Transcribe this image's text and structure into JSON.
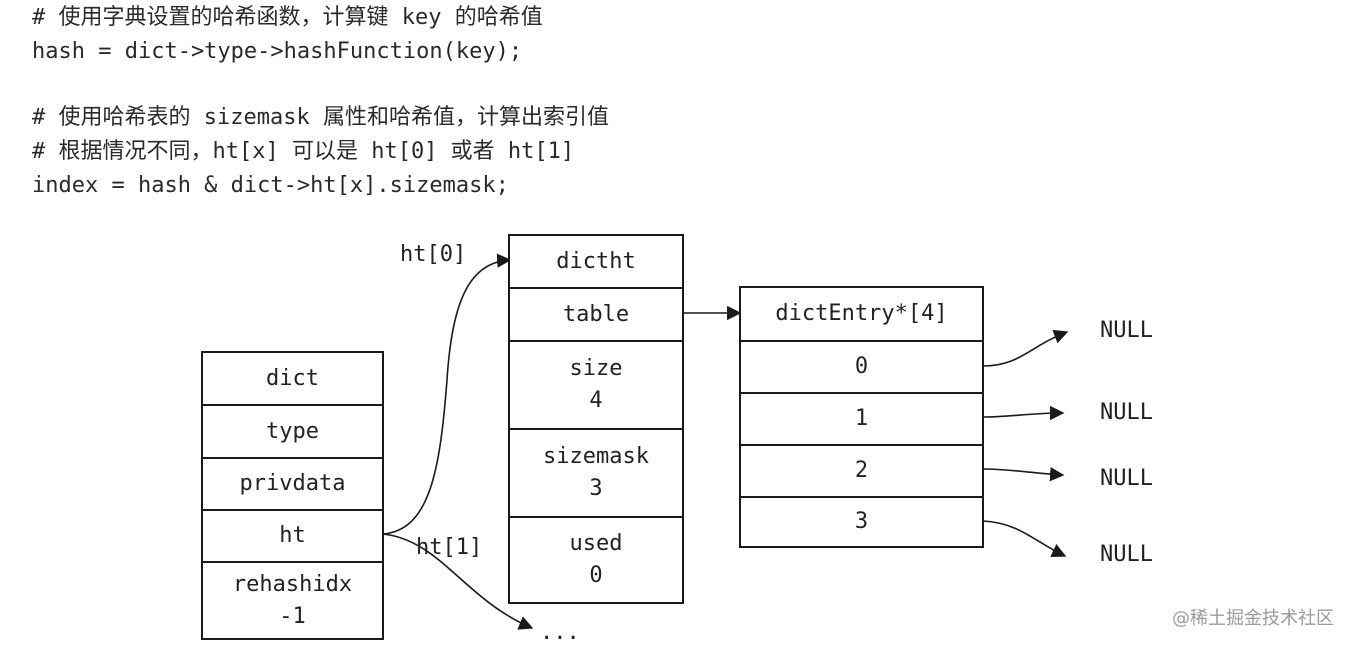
{
  "code": {
    "line1": "# 使用字典设置的哈希函数，计算键 key 的哈希值",
    "line2": "hash = dict->type->hashFunction(key);",
    "line3": "# 使用哈希表的 sizemask 属性和哈希值，计算出索引值",
    "line4": "# 根据情况不同，ht[x] 可以是 ht[0] 或者 ht[1]",
    "line5": "index = hash & dict->ht[x].sizemask;"
  },
  "dict": {
    "title": "dict",
    "type": "type",
    "privdata": "privdata",
    "ht": "ht",
    "rehashidx": "rehashidx",
    "rehashidx_value": "-1"
  },
  "labels": {
    "ht0": "ht[0]",
    "ht1": "ht[1]",
    "ellipsis": "..."
  },
  "dictht": {
    "title": "dictht",
    "table": "table",
    "size": "size",
    "size_value": "4",
    "sizemask": "sizemask",
    "sizemask_value": "3",
    "used": "used",
    "used_value": "0"
  },
  "entries": {
    "title": "dictEntry*[4]",
    "slot0": "0",
    "slot1": "1",
    "slot2": "2",
    "slot3": "3"
  },
  "nulls": {
    "n0": "NULL",
    "n1": "NULL",
    "n2": "NULL",
    "n3": "NULL"
  },
  "watermark": "@稀土掘金技术社区"
}
